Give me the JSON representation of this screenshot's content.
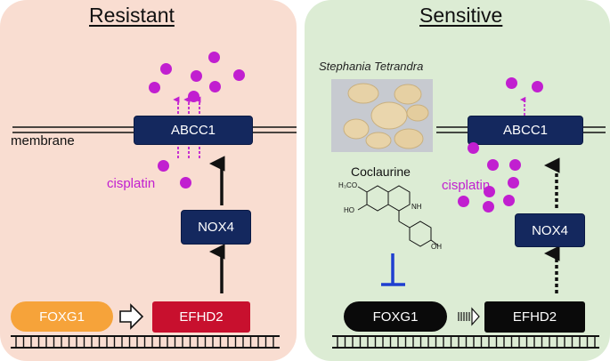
{
  "left_panel": {
    "title": "Resistant",
    "membrane_label": "membrane",
    "abcc1": "ABCC1",
    "cisplatin": "cisplatin",
    "nox4": "NOX4",
    "foxg1": "FOXG1",
    "efhd2": "EFHD2"
  },
  "right_panel": {
    "title": "Sensitive",
    "plant_name": "Stephania Tetrandra",
    "compound": "Coclaurine",
    "structure_labels": [
      "H₃CO",
      "HO",
      "NH",
      "OH"
    ],
    "abcc1": "ABCC1",
    "cisplatin": "cisplatin",
    "nox4": "NOX4",
    "foxg1": "FOXG1",
    "efhd2": "EFHD2"
  },
  "colors": {
    "resistant_bg": "#f9ddd1",
    "sensitive_bg": "#dcecd4",
    "cisplatin": "#c11fd0",
    "protein_box": "#14285e",
    "foxg1_resistant": "#f6a33a",
    "efhd2_resistant": "#c8102e",
    "inhibit": "#1f3fd0"
  }
}
